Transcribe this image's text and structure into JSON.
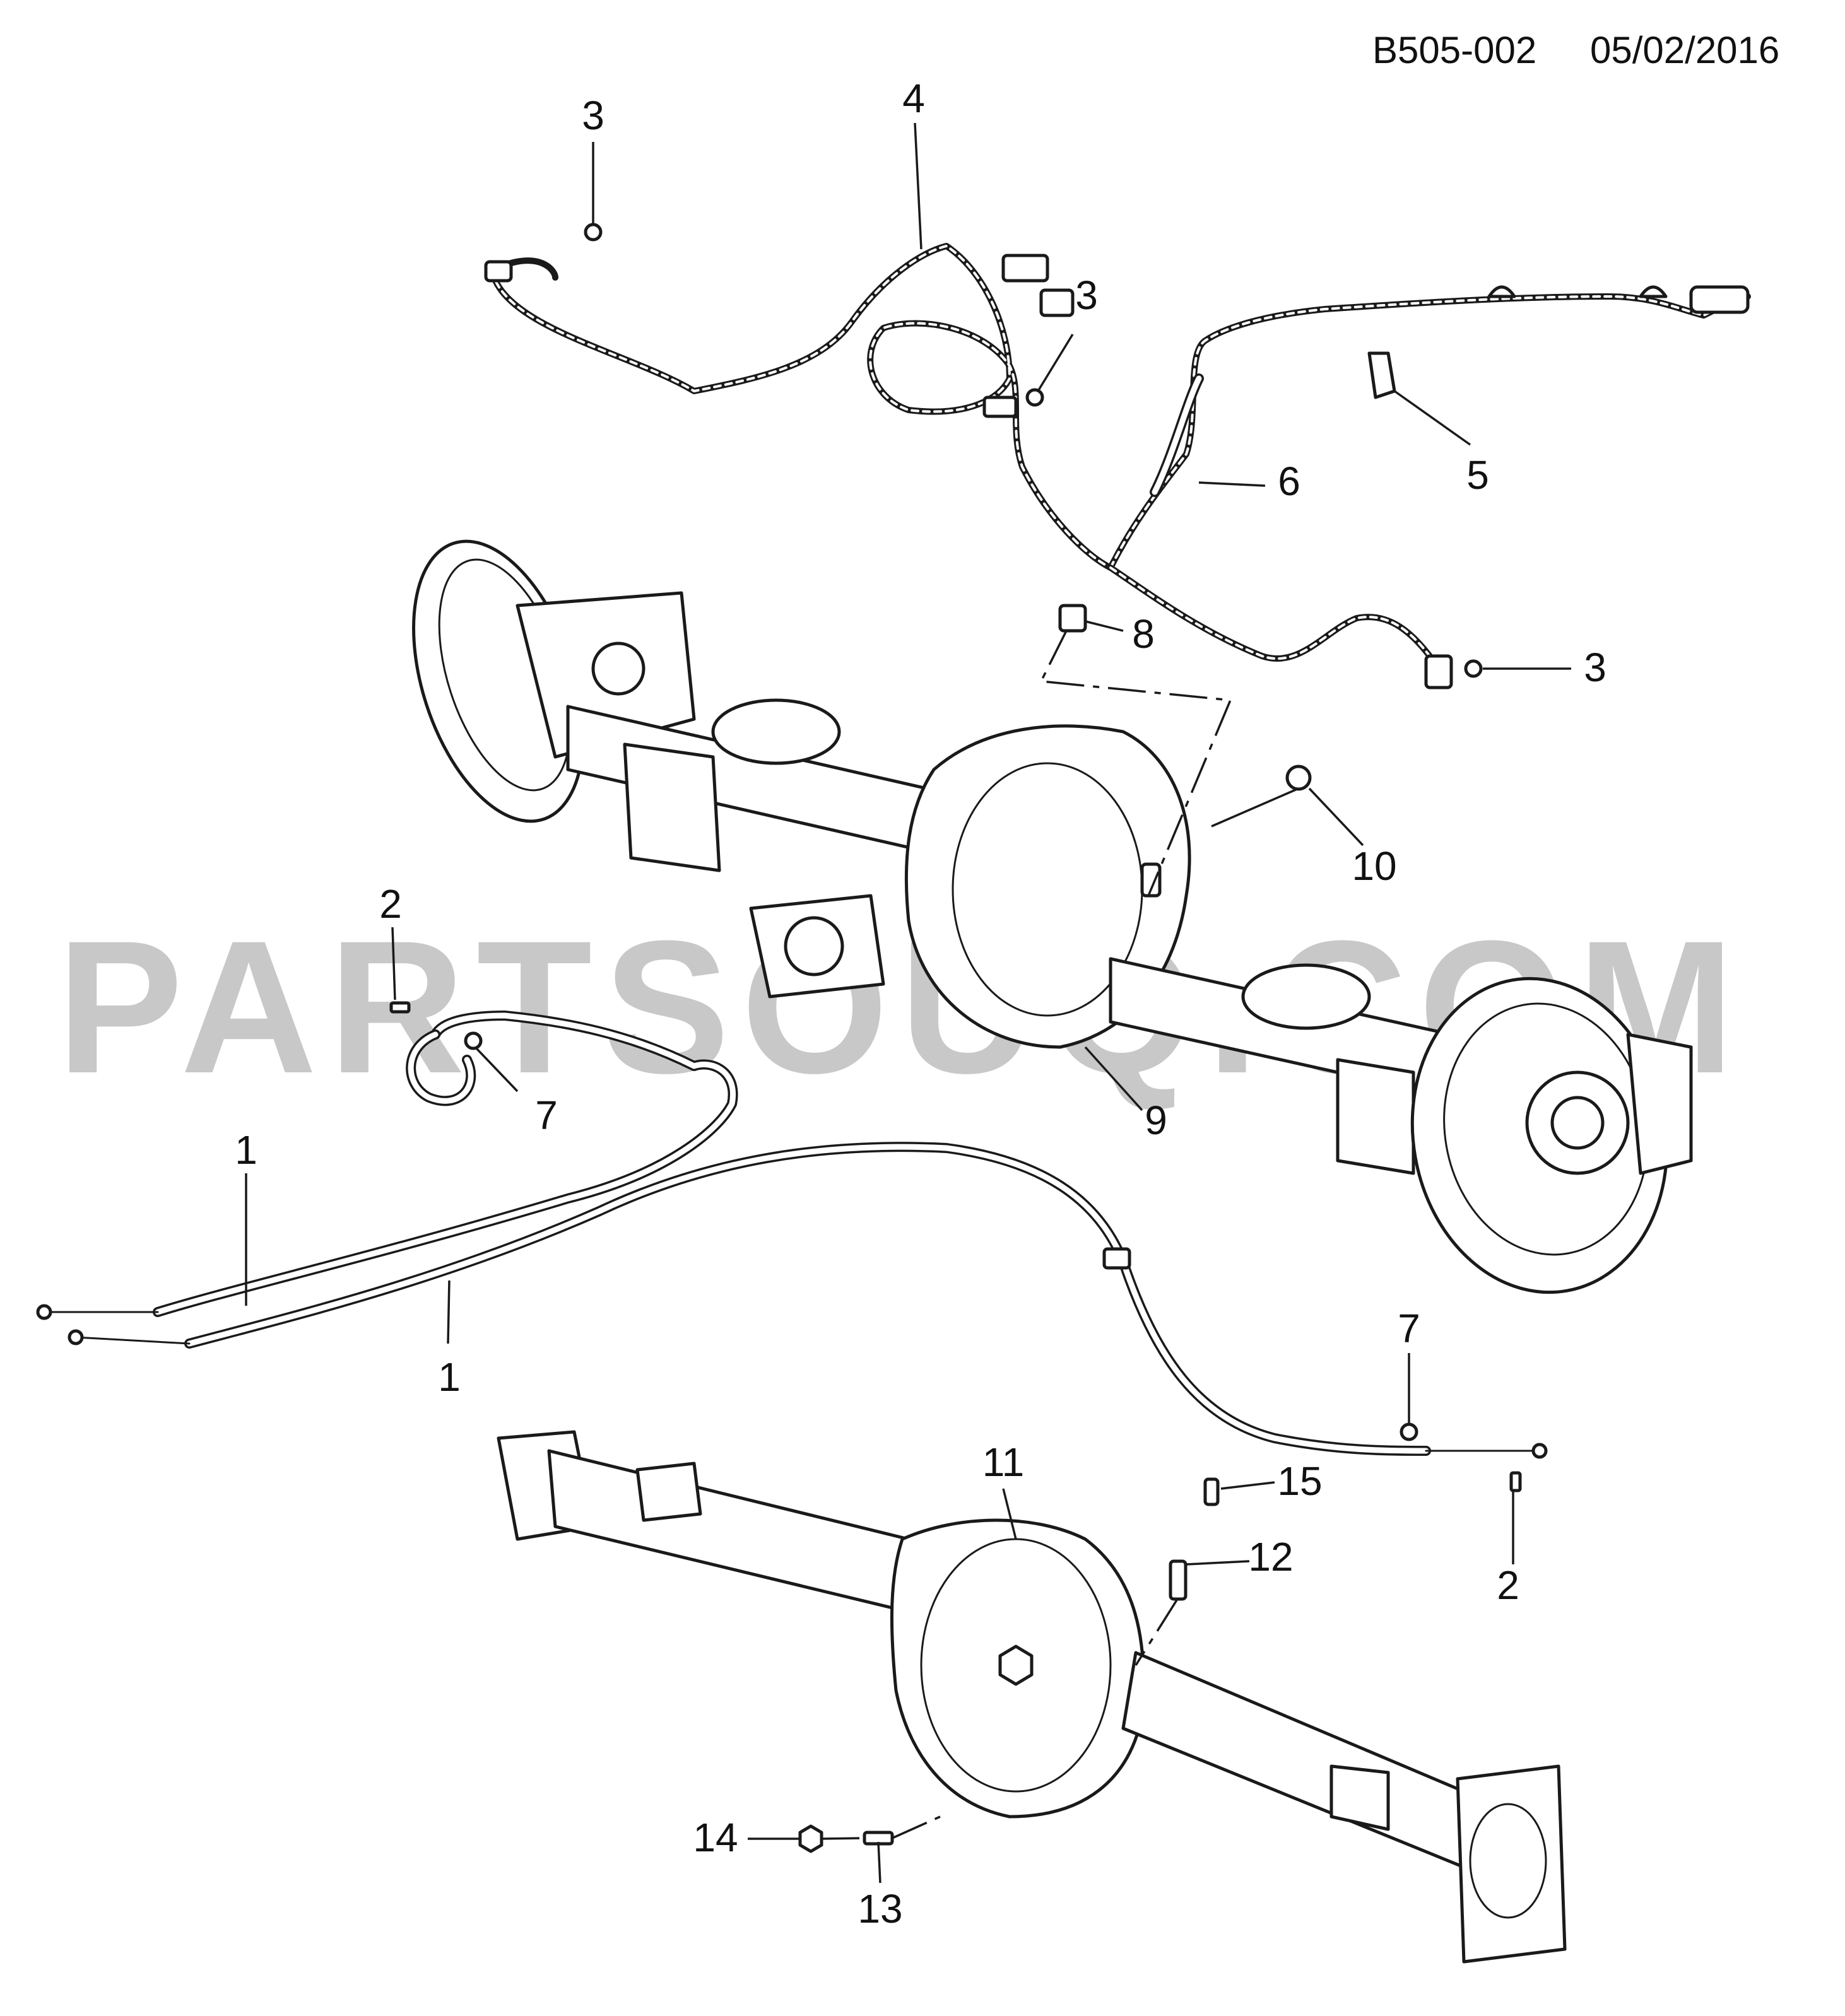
{
  "header": {
    "diagram_code": "B505-002",
    "date": "05/02/2016"
  },
  "watermark": "PARTSOUQ.COM",
  "callouts": {
    "c1a": "1",
    "c1b": "1",
    "c2a": "2",
    "c2b": "2",
    "c3a": "3",
    "c3b": "3",
    "c3c": "3",
    "c4": "4",
    "c5": "5",
    "c6": "6",
    "c7a": "7",
    "c7b": "7",
    "c8": "8",
    "c9": "9",
    "c10": "10",
    "c11": "11",
    "c12": "12",
    "c13": "13",
    "c14": "14",
    "c15": "15"
  }
}
